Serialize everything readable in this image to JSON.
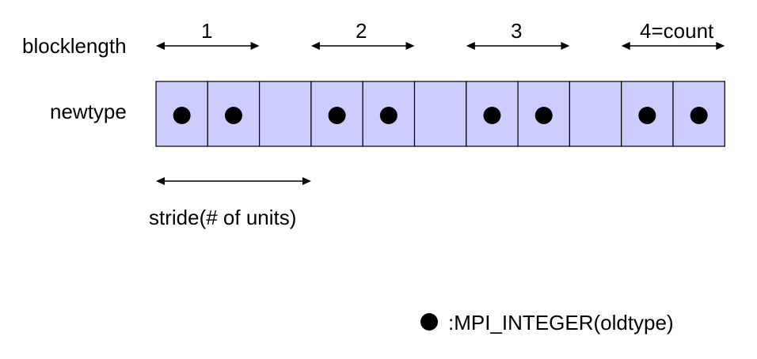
{
  "labels": {
    "blocklength": "blocklength",
    "newtype": "newtype",
    "stride": "stride(# of units)",
    "legend": ":MPI_INTEGER(oldtype)"
  },
  "blocks": [
    {
      "label": "1"
    },
    {
      "label": "2"
    },
    {
      "label": "3"
    },
    {
      "label": "4=count"
    }
  ],
  "cells": [
    {
      "filled": true
    },
    {
      "filled": true
    },
    {
      "filled": false
    },
    {
      "filled": true
    },
    {
      "filled": true
    },
    {
      "filled": false
    },
    {
      "filled": true
    },
    {
      "filled": true
    },
    {
      "filled": false
    },
    {
      "filled": true
    },
    {
      "filled": true
    }
  ],
  "colors": {
    "cell_fill": "#ccccff",
    "cell_border": "#000000",
    "dot": "#000000",
    "arrow": "#000000"
  }
}
